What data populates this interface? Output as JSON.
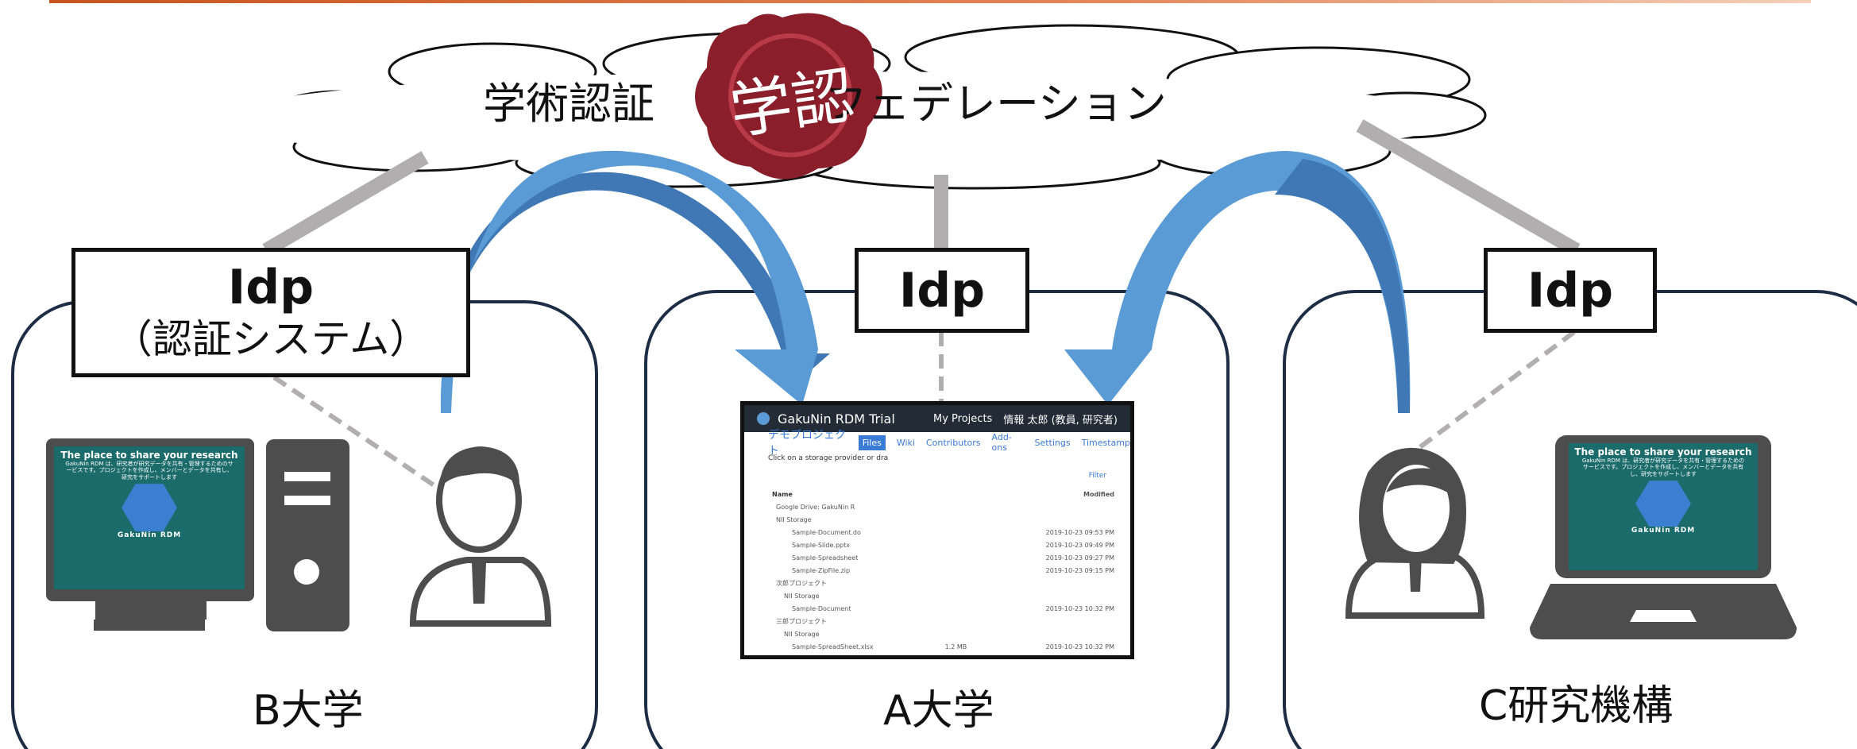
{
  "federation": {
    "cloud_left": "学術認証",
    "cloud_right": "フェデレーション",
    "seal_text": "学認"
  },
  "idp": {
    "left_label": "Idp",
    "left_sub": "（認証システム）",
    "center_label": "Idp",
    "right_label": "Idp"
  },
  "institutions": {
    "left": "B大学",
    "center": "A大学",
    "right": "C研究機構"
  },
  "rdm_screen": {
    "title": "GakuNin RDM Trial",
    "my_projects": "My Projects",
    "user": "情報 太郎 (教員, 研究者)",
    "project": "デモプロジェクト",
    "tabs": [
      "Files",
      "Wiki",
      "Contributors",
      "Add-ons",
      "Settings",
      "Timestamp"
    ],
    "hint": "Click on a storage provider or dra",
    "filter": "Filter",
    "col_name": "Name",
    "col_modified": "Modified",
    "rows": [
      {
        "name": "Google Drive: GakuNin R",
        "date": ""
      },
      {
        "name": "NII Storage",
        "date": ""
      },
      {
        "name": "Sample-Document.do",
        "date": "2019-10-23 09:53 PM"
      },
      {
        "name": "Sample-Slide.pptx",
        "date": "2019-10-23 09:49 PM"
      },
      {
        "name": "Sample-Spreadsheet",
        "date": "2019-10-23 09:27 PM"
      },
      {
        "name": "Sample-ZipFile.zip",
        "date": "2019-10-23 09:15 PM"
      },
      {
        "name": "次郎プロジェクト",
        "date": ""
      },
      {
        "name": "NII Storage",
        "date": ""
      },
      {
        "name": "Sample-Document",
        "date": "2019-10-23 10:32 PM"
      },
      {
        "name": "三郎プロジェクト",
        "date": ""
      },
      {
        "name": "NII Storage",
        "date": ""
      },
      {
        "name": "Sample-SpreadSheet.xlsx",
        "date": "2019-10-23 10:32 PM"
      }
    ],
    "size_value": "1.2 MB"
  },
  "monitor_screen": {
    "headline": "The place to share your research",
    "desc": "GakuNin RDM は、研究者が研究データを共有・管理するためのサービスです。プロジェクトを作成し、メンバーとデータを共有し、研究をサポートします",
    "logo": "GakuNin RDM"
  },
  "colors": {
    "arrow": "#3f78b4",
    "arrow_light": "#5b9bd5",
    "connector": "#b0aeae",
    "seal": "#8a1e2a",
    "screen_teal": "#1b6b6b",
    "dark_gray": "#4d4d4d"
  }
}
